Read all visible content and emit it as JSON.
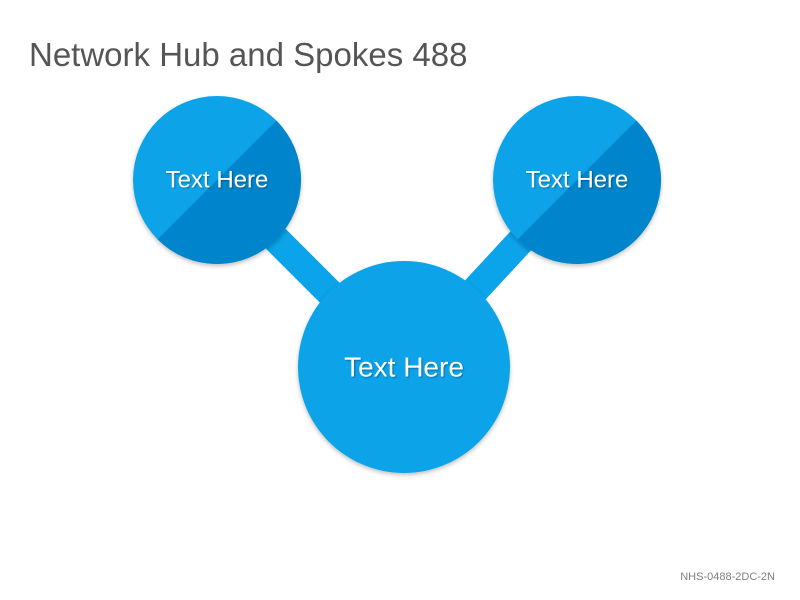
{
  "title": "Network Hub and Spokes 488",
  "nodes": {
    "left": {
      "label": "Text Here"
    },
    "right": {
      "label": "Text Here"
    },
    "hub": {
      "label": "Text Here"
    }
  },
  "footer": {
    "code": "NHS-0488-2DC-2N"
  },
  "colors": {
    "node": "#0BA3E9",
    "node_shade": "#0284CB",
    "connector": "#0BA3E9",
    "title": "#555555",
    "footer": "#7F7F7F"
  }
}
